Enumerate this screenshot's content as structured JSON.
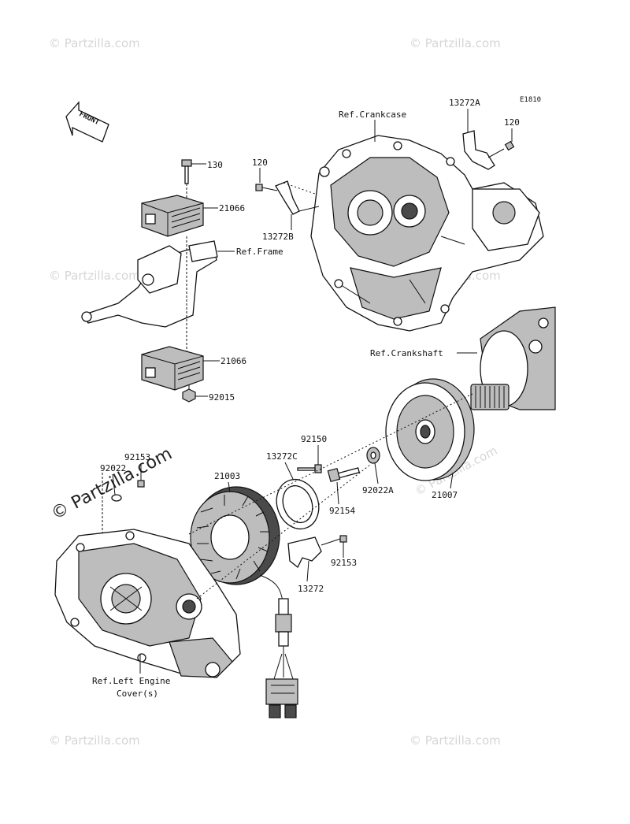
{
  "diagram": {
    "code": "E1810",
    "front_label": "FRONT",
    "watermarks": [
      "© Partzilla.com",
      "© Partzilla.com",
      "© Partzilla.com",
      "© Partzilla.com",
      "© Partzilla.com",
      "© Partzilla.com",
      "© Partzilla.com"
    ],
    "big_watermark": "© Partzilla.com",
    "labels": {
      "ref_crankcase": "Ref.Crankcase",
      "p13272a": "13272A",
      "p120_right": "120",
      "p130": "130",
      "p120_left": "120",
      "p21066_top": "21066",
      "p13272b": "13272B",
      "ref_frame": "Ref.Frame",
      "ref_crankshaft": "Ref.Crankshaft",
      "p21066_bottom": "21066",
      "p92015": "92015",
      "p92150": "92150",
      "p92153_left": "92153",
      "p92022": "92022",
      "p13272c": "13272C",
      "p21003": "21003",
      "p92022a": "92022A",
      "p21007": "21007",
      "p92154": "92154",
      "p92153_right": "92153",
      "p13272": "13272",
      "ref_left_cover_1": "Ref.Left Engine",
      "ref_left_cover_2": "Cover(s)"
    }
  }
}
